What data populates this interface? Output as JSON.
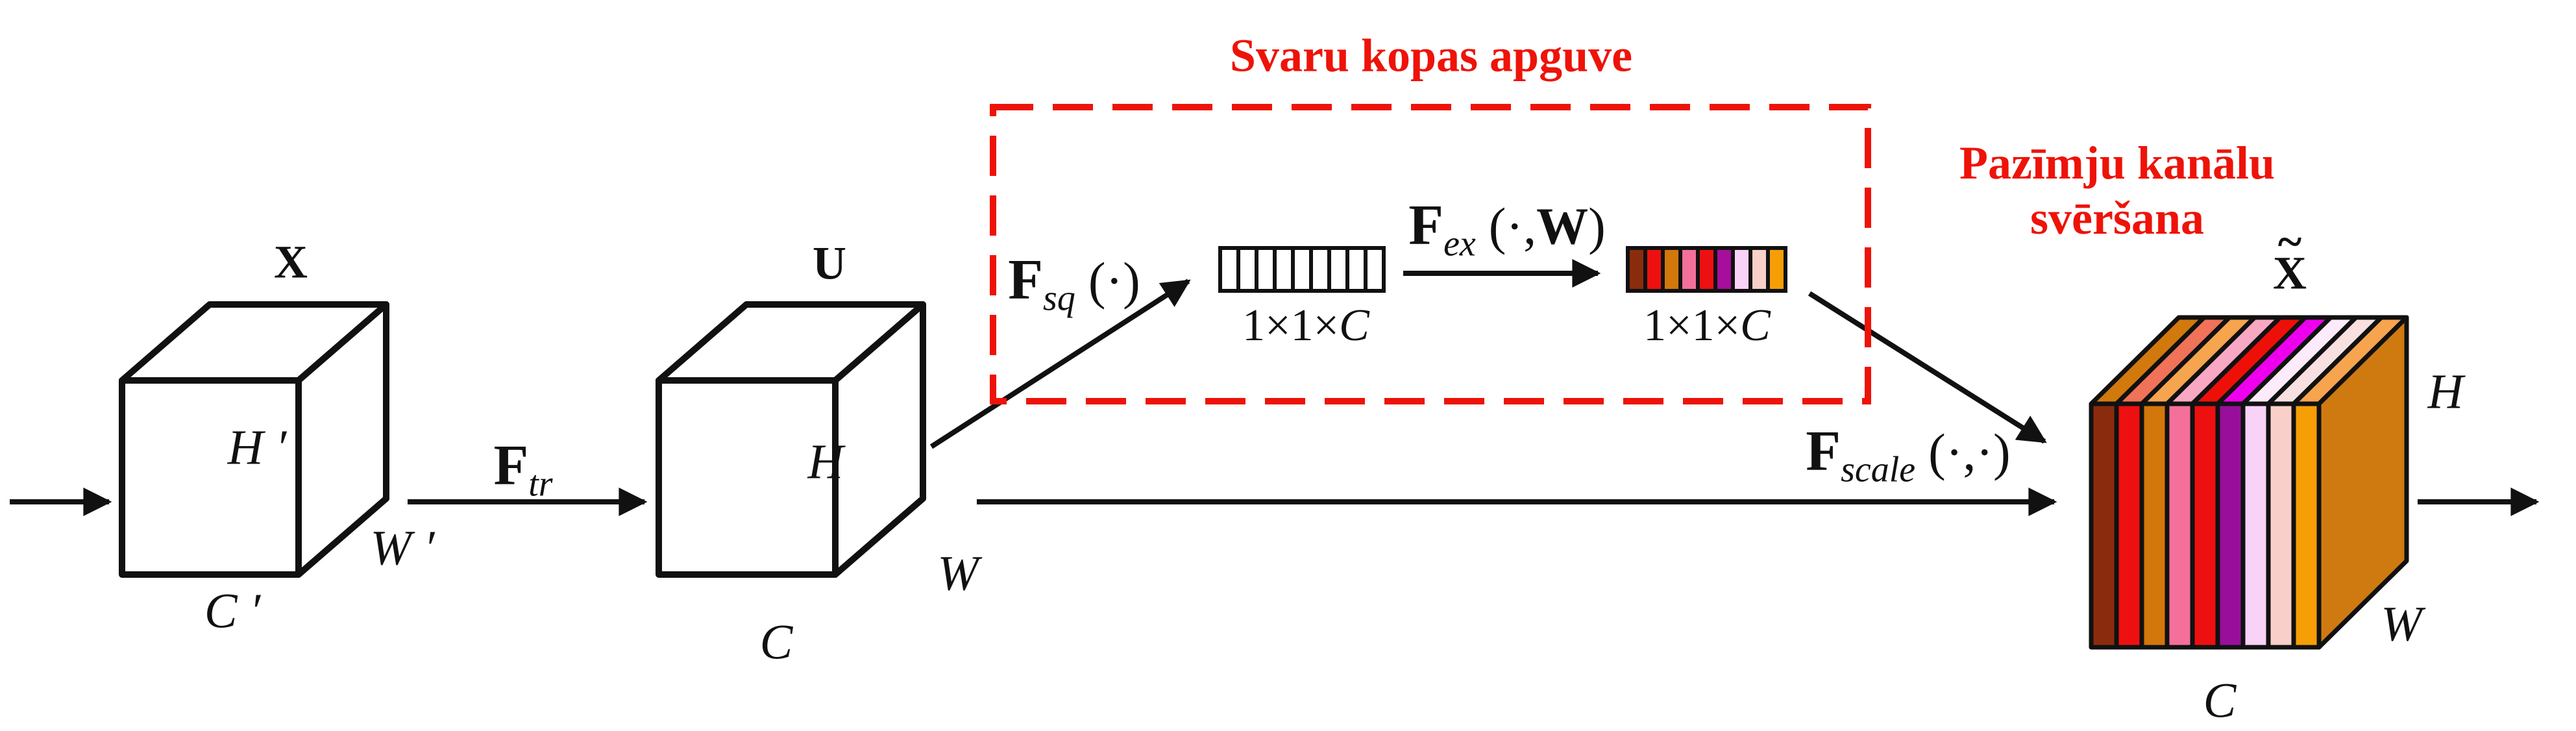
{
  "figure": {
    "colors": {
      "ink": "#111111",
      "annotation_red": "#ee1309",
      "white": "#ffffff"
    },
    "region_titles": {
      "learning": "Svaru kopas apguve",
      "weighting_line1": "Pazīmju kanālu",
      "weighting_line2": "svēršana"
    },
    "tensors": {
      "input": {
        "name": "X",
        "height": "H ′",
        "width": "W ′",
        "channels": "C ′"
      },
      "transformed": {
        "name": "U",
        "height": "H",
        "width": "W",
        "channels": "C"
      },
      "weighted": {
        "name_tilde": "~",
        "name_letter": "X",
        "height": "H",
        "width": "W",
        "channels": "C"
      }
    },
    "operations": {
      "f_tr": {
        "name": "F",
        "sub": "tr",
        "args_pre": "",
        "args_bold": "",
        "args_post": ""
      },
      "f_sq": {
        "name": "F",
        "sub": "sq",
        "args_pre": " (·)",
        "args_bold": "",
        "args_post": ""
      },
      "f_ex": {
        "name": "F",
        "sub": "ex",
        "args_pre": " (·,",
        "args_bold": "W",
        "args_post": ")"
      },
      "f_scale": {
        "name": "F",
        "sub": "scale",
        "args_pre": " (·,·)",
        "args_bold": "",
        "args_post": ""
      }
    },
    "vectors": {
      "squeezed": {
        "cell_count": 9,
        "cell_fill": "#ffffff",
        "label_dims": "1×1×",
        "label_c": "C"
      },
      "excited": {
        "cell_count": 9,
        "cell_fills": [
          "#8b2b0e",
          "#ee1010",
          "#d2770b",
          "#f4709a",
          "#ee1010",
          "#a50f9b",
          "#f9d2f7",
          "#f8cfc9",
          "#f59e06"
        ],
        "label_dims": "1×1×",
        "label_c": "C"
      }
    },
    "weighted_cube": {
      "front_slabs": [
        "#8b2b0e",
        "#ee1010",
        "#d2770b",
        "#f4709a",
        "#ee1010",
        "#990f9b",
        "#f9d2f7",
        "#f8cfc9",
        "#f59e06"
      ],
      "top_slabs": [
        "#d2790d",
        "#f07258",
        "#f7a44f",
        "#f8a8c2",
        "#ee1008",
        "#ee00ee",
        "#fdebfc",
        "#f8e0e0",
        "#f7a44f"
      ],
      "side_face": "#ce7a10"
    }
  }
}
